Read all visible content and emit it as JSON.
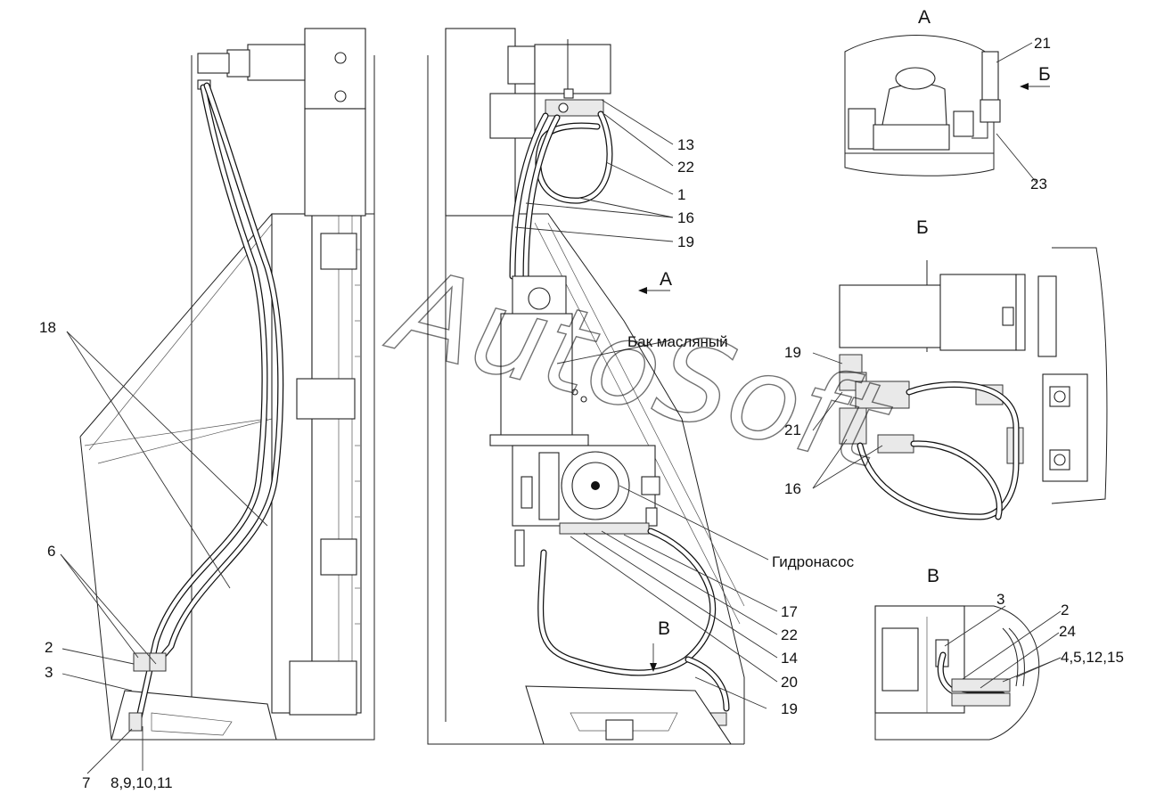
{
  "watermark": "AutoSoft",
  "views": {
    "a": "А",
    "b": "Б",
    "v": "В",
    "a_arrow": "А",
    "b_arrow": "Б",
    "v_arrow": "В"
  },
  "annotations": {
    "oil_tank": "Бак масляный",
    "pump": "Гидронасос"
  },
  "callouts": {
    "c18": "18",
    "c6": "6",
    "c2_left": "2",
    "c3_left": "3",
    "c7": "7",
    "c8_11": "8,9,10,11",
    "c13": "13",
    "c22_top": "22",
    "c1": "1",
    "c16_mid": "16",
    "c19_mid": "19",
    "c17": "17",
    "c22_low": "22",
    "c14": "14",
    "c20": "20",
    "c19_low": "19",
    "c21_a": "21",
    "c23": "23",
    "c19_b": "19",
    "c21_b": "21",
    "c16_b": "16",
    "c3_v": "3",
    "c2_v": "2",
    "c24": "24",
    "c4_15": "4,5,12,15"
  }
}
